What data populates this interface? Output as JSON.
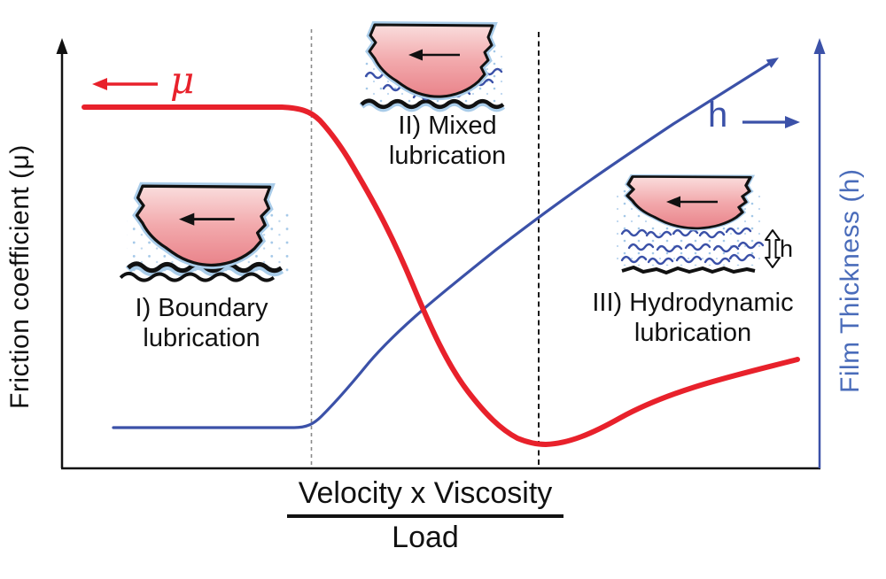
{
  "axes": {
    "left_label": "Friction coefficient (μ)",
    "right_label": "Film Thickness (h)",
    "x_numerator": "Velocity x Viscosity",
    "x_denominator": "Load"
  },
  "curves": {
    "mu_label": "μ",
    "h_label": "h"
  },
  "regions": [
    {
      "numeral": "I",
      "label": "I) Boundary\nlubrication"
    },
    {
      "numeral": "II",
      "label": "II) Mixed\nlubrication"
    },
    {
      "numeral": "III",
      "label": "III) Hydrodynamic\nlubrication"
    }
  ],
  "annotations": {
    "film_gap_label": "h"
  },
  "colors": {
    "mu_red": "#e8212b",
    "h_blue": "#3b51a8",
    "film_text_blue": "#4a6cba",
    "dashed_gray": "#8a8a8a",
    "ink": "#111111",
    "inset_pink_top": "#fadddd",
    "inset_pink_bottom": "#e9838a",
    "inset_film_blue": "#a9cce9"
  },
  "chart_data": {
    "type": "line",
    "title": "Stribeck curve (schematic): friction coefficient and film thickness vs. (Velocity x Viscosity)/Load",
    "xlabel": "Velocity x Viscosity / Load",
    "ylabel_left": "Friction coefficient (μ)",
    "ylabel_right": "Film Thickness (h)",
    "axis_ranges": {
      "x": [
        0,
        1
      ],
      "y": [
        0,
        1
      ]
    },
    "grid": false,
    "legend": "inline: red left-arrow labeled μ, blue right-arrow labeled h",
    "dashed_boundaries_x": [
      0.33,
      0.63
    ],
    "regions": [
      {
        "name": "I) Boundary lubrication",
        "x_range": [
          0.0,
          0.33
        ]
      },
      {
        "name": "II) Mixed lubrication",
        "x_range": [
          0.33,
          0.63
        ]
      },
      {
        "name": "III) Hydrodynamic lubrication",
        "x_range": [
          0.63,
          1.0
        ]
      }
    ],
    "series": [
      {
        "name": "Friction coefficient (μ)",
        "color": "#e8212b",
        "points": [
          [
            0.03,
            0.85
          ],
          [
            0.3,
            0.85
          ],
          [
            0.34,
            0.81
          ],
          [
            0.38,
            0.73
          ],
          [
            0.44,
            0.49
          ],
          [
            0.48,
            0.35
          ],
          [
            0.56,
            0.15
          ],
          [
            0.6,
            0.08
          ],
          [
            0.62,
            0.06
          ],
          [
            0.64,
            0.055
          ],
          [
            0.74,
            0.13
          ],
          [
            0.85,
            0.19
          ],
          [
            0.97,
            0.26
          ]
        ]
      },
      {
        "name": "Film thickness (h)",
        "color": "#3b51a8",
        "points": [
          [
            0.07,
            0.095
          ],
          [
            0.32,
            0.095
          ],
          [
            0.34,
            0.12
          ],
          [
            0.39,
            0.2
          ],
          [
            0.44,
            0.32
          ],
          [
            0.56,
            0.5
          ],
          [
            0.67,
            0.62
          ],
          [
            0.81,
            0.79
          ],
          [
            0.94,
            0.95
          ]
        ]
      }
    ]
  }
}
